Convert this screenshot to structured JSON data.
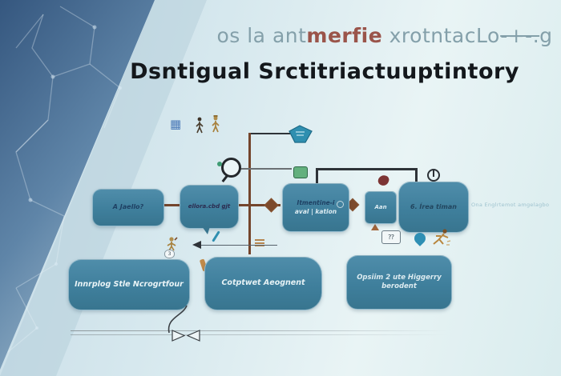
{
  "title": {
    "line1_segments": [
      {
        "text": "os la ant",
        "color": "#84a0aa"
      },
      {
        "text": "merfie",
        "color": "#9a544a",
        "bold": true
      },
      {
        "text": " xrotntacLo",
        "color": "#84a0aa"
      },
      {
        "text": "-+-.",
        "color": "#84a0aa",
        "strike": true
      },
      {
        "text": "g",
        "color": "#84a0aa"
      }
    ],
    "line2": "Dsntigual Srctitriactuuptintory"
  },
  "diagram": {
    "node_a": {
      "label": "A Jaello?"
    },
    "node_b": {
      "label": "ellora.cbd gjt"
    },
    "node_c": {
      "line1": "Itmentine-i",
      "line2": "aval | kation"
    },
    "node_d": {
      "label": "Aan"
    },
    "node_e": {
      "label": "6. Írea timan",
      "side_label": "Ona Englrtemot amgelagbo"
    },
    "node_f": {
      "label": "Innrplog Stle Ncrogrtfour"
    },
    "node_g": {
      "label": "Cotptwet Aeognent"
    },
    "node_h": {
      "line1": "Opsiim 2 ute Higgerry",
      "line2": "berodent"
    },
    "question_tile": "⁇",
    "person_badge": "3"
  },
  "icons": {
    "grid_icon": "▦",
    "funnel_icon": "teal funnel",
    "magnifier_icon": "magnifying glass",
    "battery_icon": "green battery",
    "blob_icon": "maroon blob",
    "power_icon": "circle with bar",
    "question_tile_icon": "white ? tile",
    "pin_icon": "teal map pin",
    "runner_icon": "tan running figure",
    "person_dark_icon": "dark stick person",
    "person_tan_icon": "tan stick person",
    "person_pencil_icon": "tan person with badge",
    "arrow_left_icon": "left arrow with long line",
    "hamburger_icon": "tan text lines",
    "slash_icon": "teal slash",
    "bubble_tail_icon": "speech bubble tail",
    "valve_icon": "bowtie valve on baseline"
  },
  "colors": {
    "node_fill": "#3f7f9c",
    "node_fill_light": "#4f8daa",
    "connector_brown": "#74452c",
    "connector_dark": "#2e3338",
    "accent_teal": "#2f8fb0",
    "bg_left_triangle": "#3f6390",
    "title_dark": "#14181c"
  }
}
